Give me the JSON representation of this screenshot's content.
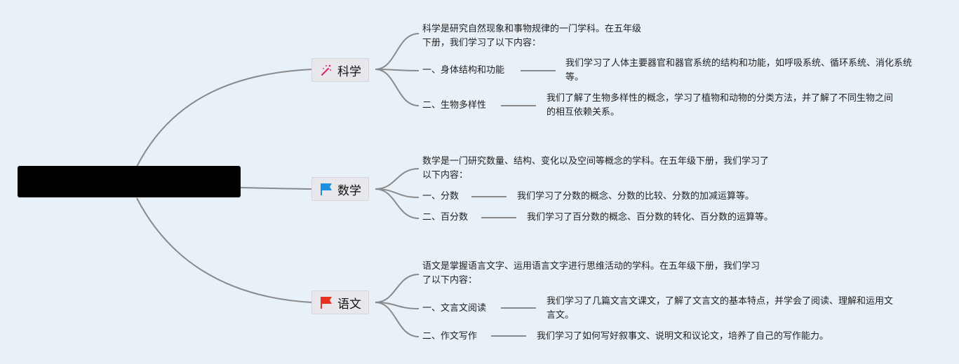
{
  "root": {
    "label": ""
  },
  "branches": {
    "science": {
      "label": "科学",
      "icon": "magic-wand-icon",
      "intro": "科学是研究自然现象和事物规律的一门学科。在五年级下册，我们学习了以下内容：",
      "topics": [
        {
          "title": "一、身体结构和功能",
          "detail": "我们学习了人体主要器官和器官系统的结构和功能，如呼吸系统、循环系统、消化系统等。"
        },
        {
          "title": "二、生物多样性",
          "detail": "我们了解了生物多样性的概念，学习了植物和动物的分类方法，并了解了不同生物之间的相互依赖关系。"
        }
      ]
    },
    "math": {
      "label": "数学",
      "icon": "blue-flag-icon",
      "intro": "数学是一门研究数量、结构、变化以及空间等概念的学科。在五年级下册，我们学习了以下内容：",
      "topics": [
        {
          "title": "一、分数",
          "detail": "我们学习了分数的概念、分数的比较、分数的加减运算等。"
        },
        {
          "title": "二、百分数",
          "detail": "我们学习了百分数的概念、百分数的转化、百分数的运算等。"
        }
      ]
    },
    "chinese": {
      "label": "语文",
      "icon": "red-flag-icon",
      "intro": "语文是掌握语言文字、运用语言文字进行思维活动的学科。在五年级下册，我们学习了以下内容：",
      "topics": [
        {
          "title": "一、文言文阅读",
          "detail": "我们学习了几篇文言文课文，了解了文言文的基本特点，并学会了阅读、理解和运用文言文。"
        },
        {
          "title": "二、作文写作",
          "detail": "我们学习了如何写好叙事文、说明文和议论文，培养了自己的写作能力。"
        }
      ]
    }
  },
  "colors": {
    "background": "#e8f0f8",
    "connector": "#8a8a8a",
    "root_fill": "#000000",
    "wand": "#e0245e",
    "blue_flag": "#1e8fe1",
    "red_flag": "#e8311f"
  }
}
